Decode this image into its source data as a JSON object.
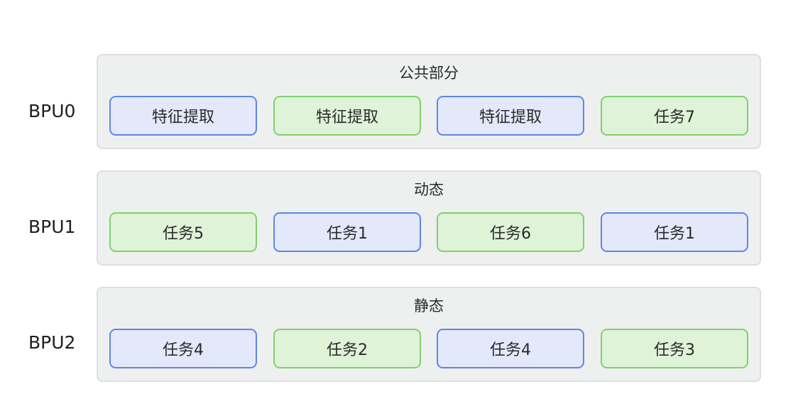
{
  "rows": [
    {
      "label": "BPU0",
      "title": "公共部分",
      "tasks": [
        {
          "text": "特征提取",
          "color": "blue"
        },
        {
          "text": "特征提取",
          "color": "green"
        },
        {
          "text": "特征提取",
          "color": "blue"
        },
        {
          "text": "任务7",
          "color": "green"
        }
      ]
    },
    {
      "label": "BPU1",
      "title": "动态",
      "tasks": [
        {
          "text": "任务5",
          "color": "green"
        },
        {
          "text": "任务1",
          "color": "blue"
        },
        {
          "text": "任务6",
          "color": "green"
        },
        {
          "text": "任务1",
          "color": "blue"
        }
      ]
    },
    {
      "label": "BPU2",
      "title": "静态",
      "tasks": [
        {
          "text": "任务4",
          "color": "blue"
        },
        {
          "text": "任务2",
          "color": "green"
        },
        {
          "text": "任务4",
          "color": "blue"
        },
        {
          "text": "任务3",
          "color": "green"
        }
      ]
    }
  ],
  "colors": {
    "blue_fill": "#e3e9fb",
    "blue_border": "#5d87e0",
    "green_fill": "#dff3d9",
    "green_border": "#7fd16b",
    "group_fill": "#eef0f0"
  }
}
